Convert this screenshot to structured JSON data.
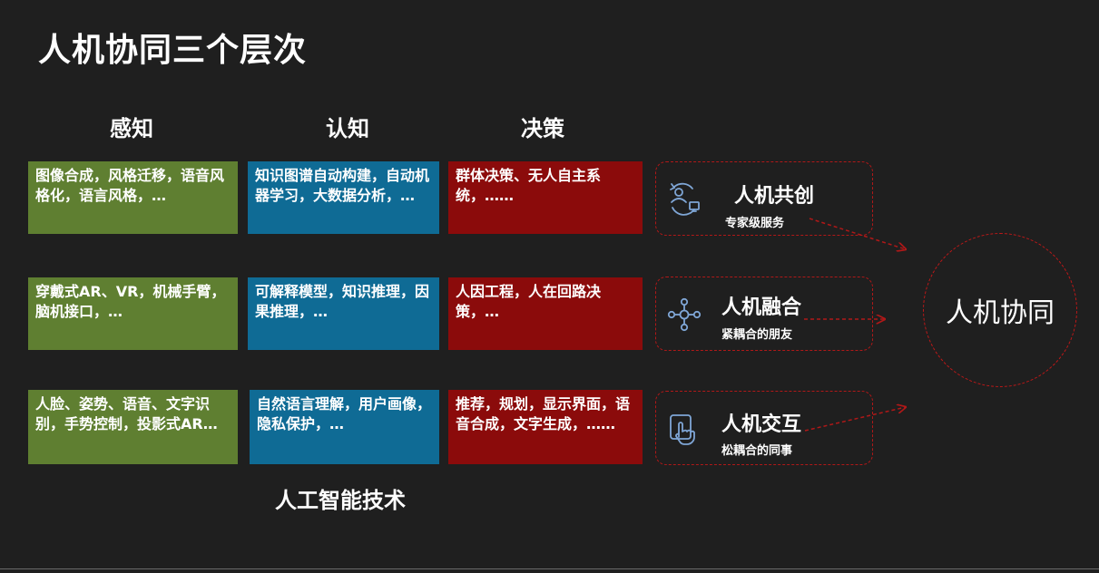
{
  "title": "人机协同三个层次",
  "columns": [
    "感知",
    "认知",
    "决策"
  ],
  "rows": [
    [
      "图像合成，风格迁移，语音风格化，语言风格，…",
      "知识图谱自动构建，自动机器学习，大数据分析，…",
      "群体决策、无人自主系统，……"
    ],
    [
      "穿戴式AR、VR，机械手臂，脑机接口，…",
      "可解释模型，知识推理，因果推理，…",
      "人因工程，人在回路决策，…"
    ],
    [
      "人脸、姿势、语音、文字识别，手势控制，投影式AR…",
      "自然语言理解，用户画像，隐私保护，…",
      "推荐，规划，显示界面，语音合成，文字生成，……"
    ]
  ],
  "footer": "人工智能技术",
  "modes": [
    {
      "title": "人机共创",
      "subtitle": "专家级服务",
      "icon": "people-sync-icon"
    },
    {
      "title": "人机融合",
      "subtitle": "紧耦合的朋友",
      "icon": "network-nodes-icon"
    },
    {
      "title": "人机交互",
      "subtitle": "松耦合的同事",
      "icon": "hand-touch-icon"
    }
  ],
  "center": "人机协同",
  "colors": {
    "background": "#1f1f1f",
    "perception": "#5f7f31",
    "cognition": "#0f6b95",
    "decision": "#8b0b0b",
    "accent": "#b01818",
    "icon": "#7fa6d6"
  }
}
